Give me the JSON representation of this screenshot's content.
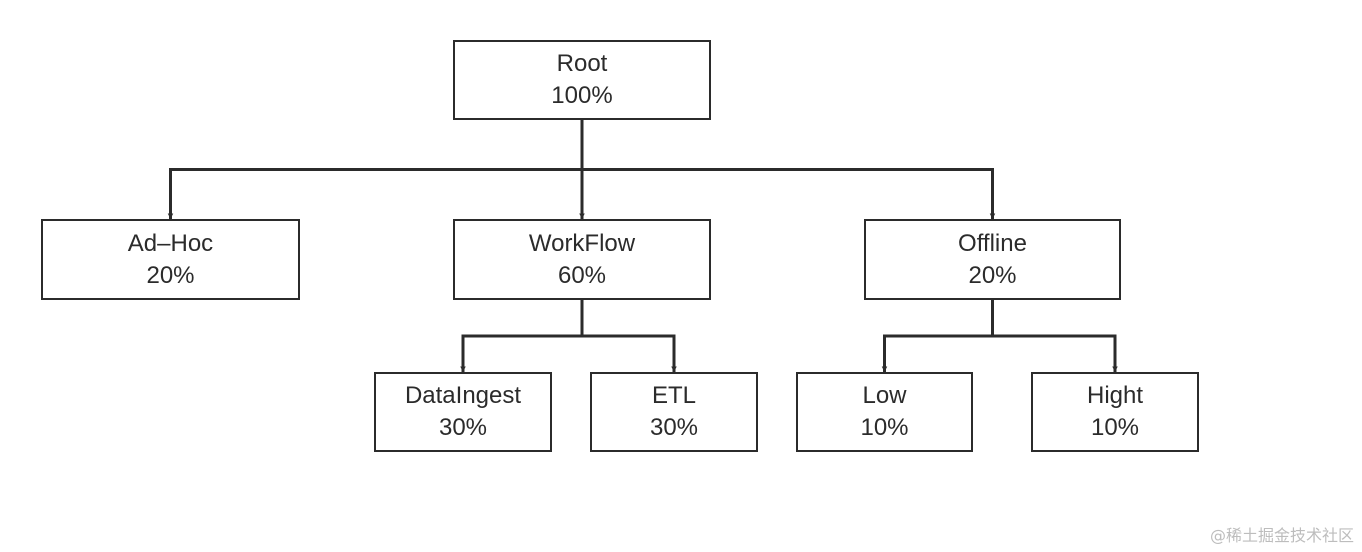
{
  "diagram": {
    "nodes": {
      "root": {
        "name": "Root",
        "share": "100%"
      },
      "adhoc": {
        "name": "Ad–Hoc",
        "share": "20%"
      },
      "workflow": {
        "name": "WorkFlow",
        "share": "60%"
      },
      "offline": {
        "name": "Offline",
        "share": "20%"
      },
      "dataingest": {
        "name": "DataIngest",
        "share": "30%"
      },
      "etl": {
        "name": "ETL",
        "share": "30%"
      },
      "low": {
        "name": "Low",
        "share": "10%"
      },
      "hight": {
        "name": "Hight",
        "share": "10%"
      }
    },
    "edges": [
      [
        "root",
        "adhoc"
      ],
      [
        "root",
        "workflow"
      ],
      [
        "root",
        "offline"
      ],
      [
        "workflow",
        "dataingest"
      ],
      [
        "workflow",
        "etl"
      ],
      [
        "offline",
        "low"
      ],
      [
        "offline",
        "hight"
      ]
    ],
    "colors": {
      "stroke": "#2b2b2b",
      "text": "#2b2b2b",
      "background": "#ffffff",
      "watermark": "#bdbdbd"
    }
  },
  "watermark": "@稀土掘金技术社区"
}
